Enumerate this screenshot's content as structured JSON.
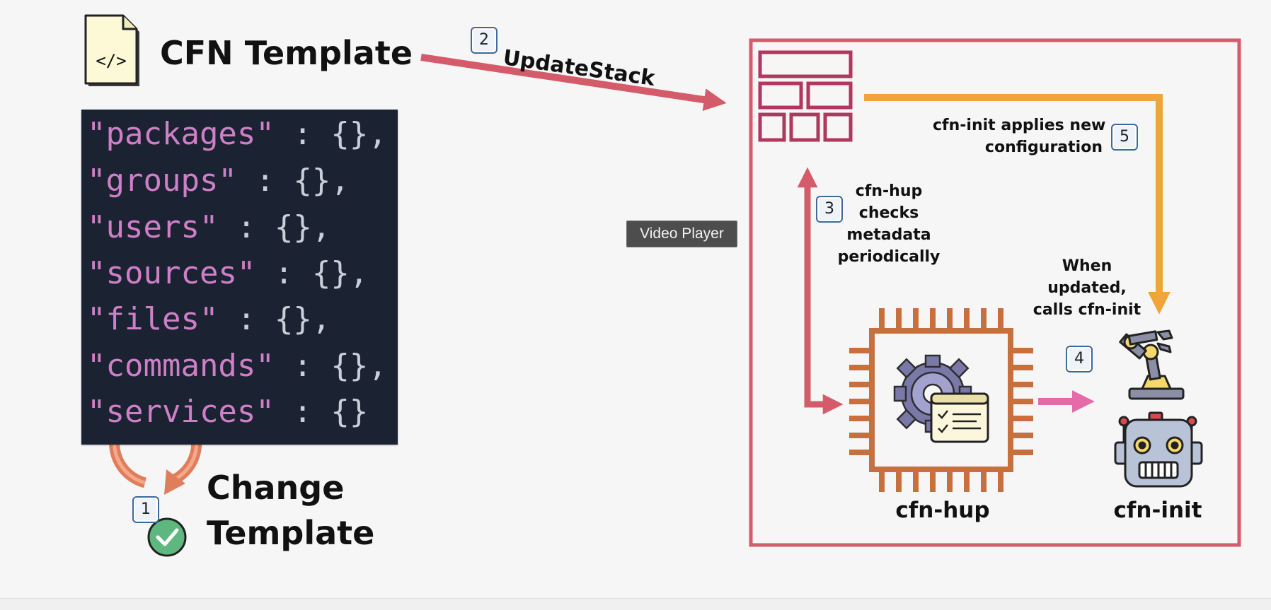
{
  "template": {
    "title": "CFN Template",
    "icon": "code-file-icon"
  },
  "code_lines": [
    {
      "key": "\"packages\"",
      "rest": " : {},"
    },
    {
      "key": "\"groups\"",
      "rest": " : {},"
    },
    {
      "key": "\"users\"",
      "rest": " : {},"
    },
    {
      "key": "\"sources\"",
      "rest": " : {},"
    },
    {
      "key": "\"files\"",
      "rest": " : {},"
    },
    {
      "key": "\"commands\"",
      "rest": " : {},"
    },
    {
      "key": "\"services\"",
      "rest": " : {}"
    }
  ],
  "change": {
    "line1": "Change",
    "line2": "Template",
    "icon": "refresh-check-icon"
  },
  "steps": {
    "s1": "1",
    "s2": "2",
    "s3": "3",
    "s4": "4",
    "s5": "5"
  },
  "update_stack": "UpdateStack",
  "cfn_hup_checks": [
    "cfn-hup",
    "checks",
    "metadata",
    "periodically"
  ],
  "cfn_init_applies": [
    "cfn-init applies new",
    "configuration"
  ],
  "when_updated": [
    "When",
    "updated,",
    "calls cfn-init"
  ],
  "cfn_hup_label": "cfn-hup",
  "cfn_init_label": "cfn-init",
  "tooltip": "Video Player",
  "colors": {
    "crimson": "#d45b6a",
    "orange": "#f0a43a",
    "pink": "#e46aa8",
    "copper": "#c8703d",
    "stack_grid": "#b0385e",
    "code_bg": "#1b2333",
    "code_key": "#cf7fc7"
  }
}
